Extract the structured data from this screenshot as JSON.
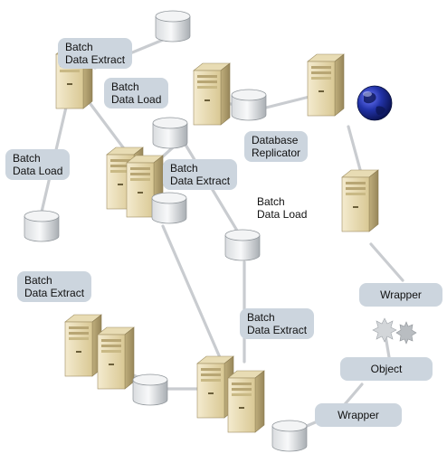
{
  "labels": {
    "batch_extract_top": [
      "Batch",
      "Data Extract"
    ],
    "batch_load_top": [
      "Batch",
      "Data Load"
    ],
    "batch_load_left": [
      "Batch",
      "Data Load"
    ],
    "database_replicator": [
      "Database",
      "Replicator"
    ],
    "batch_extract_mid": [
      "Batch",
      "Data Extract"
    ],
    "batch_load_mid": [
      "Batch",
      "Data Load"
    ],
    "batch_extract_left": [
      "Batch",
      "Data Extract"
    ],
    "batch_extract_bottom": [
      "Batch",
      "Data Extract"
    ],
    "wrapper_right": "Wrapper",
    "object": "Object",
    "wrapper_bottom": "Wrapper"
  },
  "colors": {
    "label_bg": "#ccd5de",
    "connector": "#c9ccd0",
    "server_light": "#efe5c6",
    "server_mid": "#d8c796",
    "server_dark": "#a59467",
    "disk_light": "#f6f7f8",
    "disk_dark": "#aeb3b8",
    "globe": "#1d2a8f"
  }
}
